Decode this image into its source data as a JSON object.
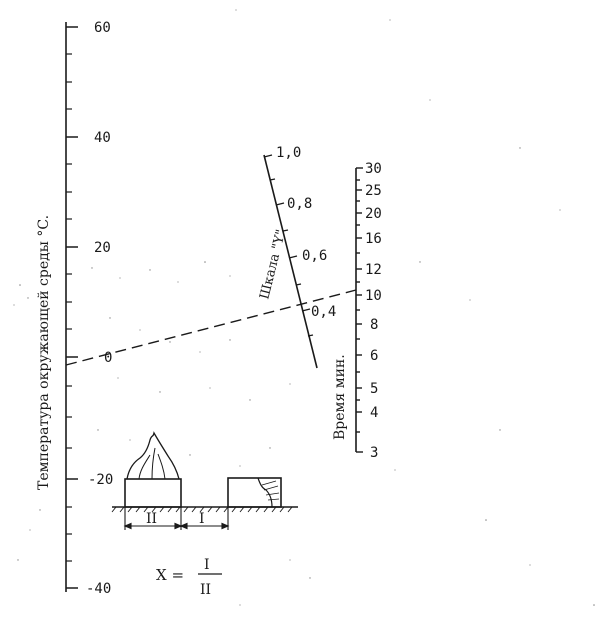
{
  "temperature_axis": {
    "label": "Температура окружающей среды °C.",
    "ticks": [
      "60",
      "40",
      "20",
      "0",
      "-20",
      "-40"
    ]
  },
  "y_scale": {
    "label": "Шкала \"Y\"",
    "ticks": [
      "1,0",
      "0,8",
      "0,6",
      "0,4"
    ]
  },
  "time_axis": {
    "label": "Время мин.",
    "ticks": [
      "30",
      "25",
      "20",
      "16",
      "12",
      "10",
      "8",
      "6",
      "5",
      "4",
      "3"
    ]
  },
  "inset": {
    "dim_left": "II",
    "dim_right": "I",
    "formula_lhs": "X =",
    "formula_num": "I",
    "formula_den": "II"
  },
  "colors": {
    "ink": "#1a1a1a",
    "background": "#ffffff"
  }
}
